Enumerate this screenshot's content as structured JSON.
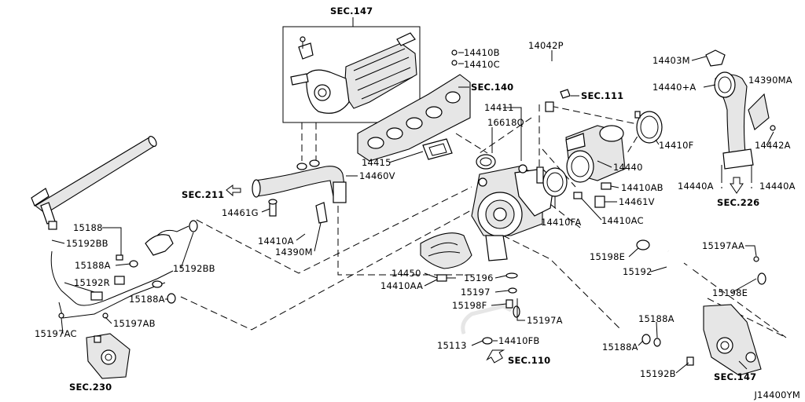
{
  "diagram_id": "J14400YM",
  "section_refs": {
    "sec147_top": "SEC.147",
    "sec140": "SEC.140",
    "sec111": "SEC.111",
    "sec211": "SEC.211",
    "sec226": "SEC.226",
    "sec110": "SEC.110",
    "sec230": "SEC.230",
    "sec147_bottom": "SEC.147"
  },
  "parts": {
    "p14410B": "14410B",
    "p14410C": "14410C",
    "p14042P": "14042P",
    "p14403M": "14403M",
    "p14440_A": "14440+A",
    "p14390MA": "14390MA",
    "p14411": "14411",
    "p16618Q": "16618Q",
    "p14410F": "14410F",
    "p14442A": "14442A",
    "p14415": "14415",
    "p14440": "14440",
    "p14460V": "14460V",
    "p14410AB": "14410AB",
    "p14440A_left": "14440A",
    "p14440A_right": "14440A",
    "p14461G": "14461G",
    "p14461V": "14461V",
    "p14410FA": "14410FA",
    "p14410AC": "14410AC",
    "p14410A": "14410A",
    "p14390M": "14390M",
    "p15188": "15188",
    "p15192BB_left": "15192BB",
    "p15188A_left": "15188A",
    "p15192R": "15192R",
    "p15192BB_mid": "15192BB",
    "p15188A_mid": "15188A",
    "p15197AB": "15197AB",
    "p15197AC": "15197AC",
    "p14450": "14450",
    "p14410AA": "14410AA",
    "p15196": "15196",
    "p15197": "15197",
    "p15198F": "15198F",
    "p15197A": "15197A",
    "p15113": "15113",
    "p14410FB": "14410FB",
    "p15197AA": "15197AA",
    "p15198E_top": "15198E",
    "p15192": "15192",
    "p15198E_right": "15198E",
    "p15188A_right": "15188A",
    "p15188A_bottom": "15188A",
    "p15192B": "15192B"
  }
}
